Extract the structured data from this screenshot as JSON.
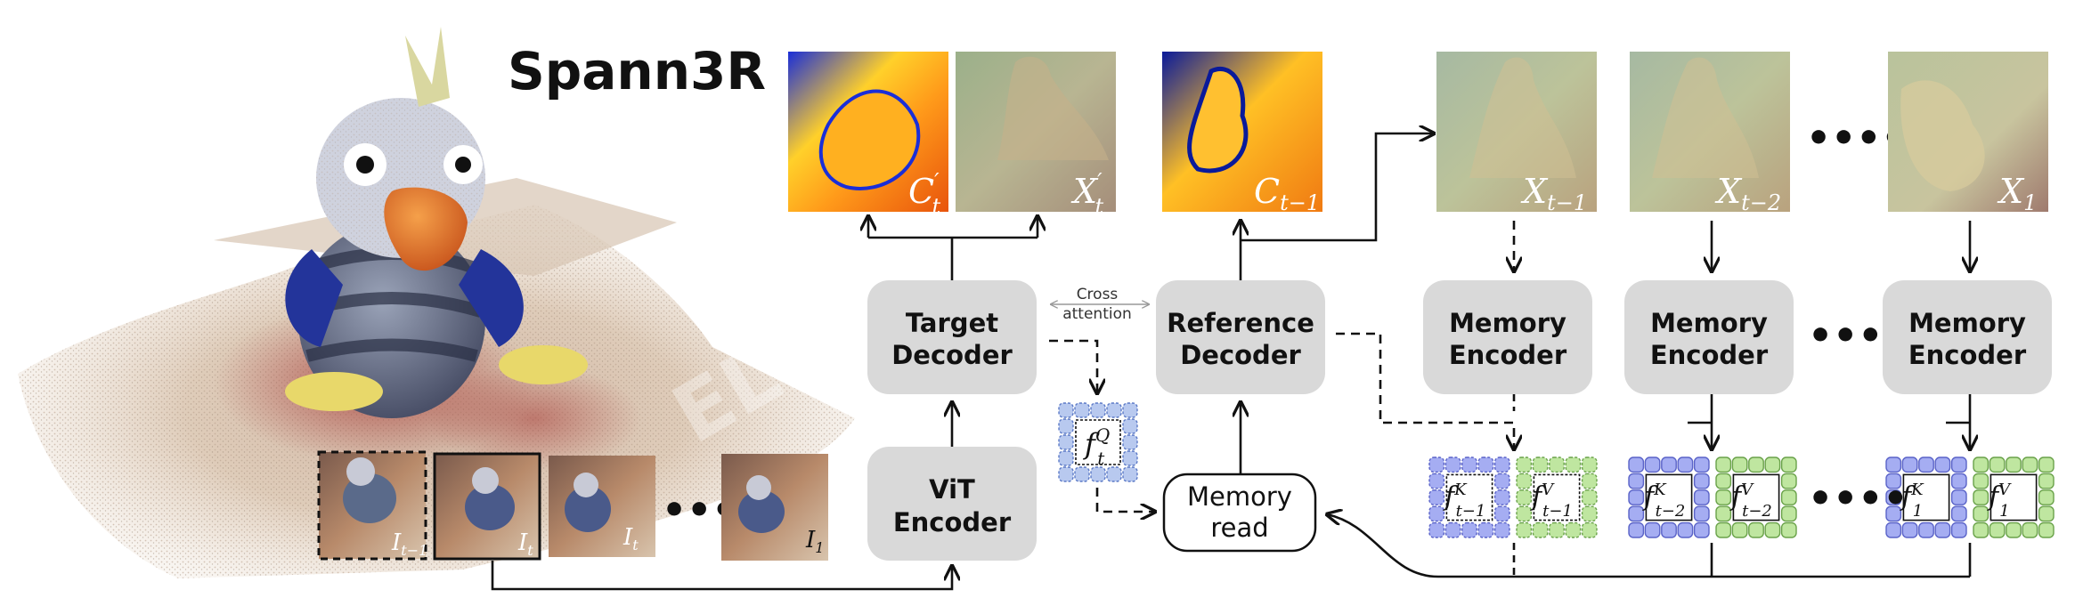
{
  "title": "Spann3R",
  "blocks": {
    "target_decoder": [
      "Target",
      "Decoder"
    ],
    "reference_decoder": [
      "Reference",
      "Decoder"
    ],
    "vit_encoder": [
      "ViT",
      "Encoder"
    ],
    "memory_read": [
      "Memory",
      "read"
    ],
    "memory_encoder": [
      "Memory",
      "Encoder"
    ]
  },
  "cross_attention": [
    "Cross",
    "attention"
  ],
  "feature_query": {
    "base": "f",
    "sup": "Q",
    "sub": "t"
  },
  "top_maps": [
    {
      "base": "C",
      "sup": "′",
      "sub": "t"
    },
    {
      "base": "X",
      "sup": "′",
      "sub": "t"
    },
    {
      "base": "C",
      "sup": "",
      "sub": "t−1"
    },
    {
      "base": "X",
      "sup": "",
      "sub": "t−1"
    },
    {
      "base": "X",
      "sup": "",
      "sub": "t−2"
    },
    {
      "base": "X",
      "sup": "",
      "sub": "1"
    }
  ],
  "memory_pairs": [
    {
      "key": {
        "base": "f",
        "sup": "K",
        "sub": "t−1"
      },
      "value": {
        "base": "f",
        "sup": "V",
        "sub": "t−1"
      }
    },
    {
      "key": {
        "base": "f",
        "sup": "K",
        "sub": "t−2"
      },
      "value": {
        "base": "f",
        "sup": "V",
        "sub": "t−2"
      }
    },
    {
      "key": {
        "base": "f",
        "sup": "K",
        "sub": "1"
      },
      "value": {
        "base": "f",
        "sup": "V",
        "sub": "1"
      }
    }
  ],
  "input_frames": [
    {
      "base": "I",
      "sub": "t−1"
    },
    {
      "base": "I",
      "sub": "t"
    },
    {
      "base": "I",
      "sub": "t"
    },
    {
      "base": "I",
      "sub": "1"
    }
  ],
  "ellipsis": "••••",
  "colors": {
    "block_fill": "#d9d9d9",
    "key_fill": "#a5adf2",
    "key_stroke": "#5a63c8",
    "value_fill": "#bfe6a0",
    "value_stroke": "#6aa24a",
    "query_fill": "#b8c9ef",
    "query_stroke": "#5d7bc7"
  }
}
